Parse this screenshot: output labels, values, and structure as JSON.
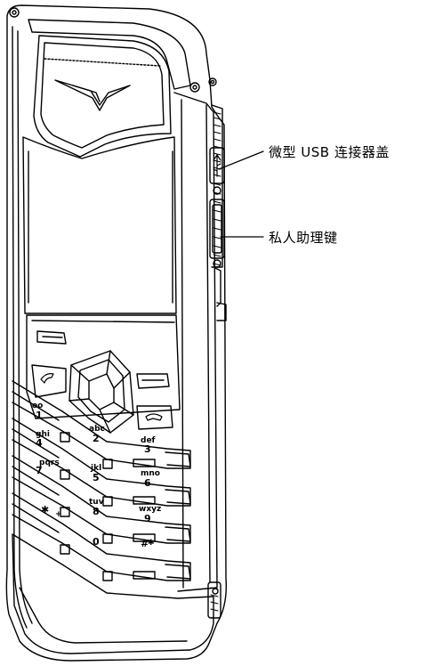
{
  "callouts": {
    "usb_cover": "微型 USB 连接器盖",
    "pa_key": "私人助理键"
  },
  "keys": [
    {
      "id": "1",
      "digit": "1",
      "letters": "oo"
    },
    {
      "id": "2",
      "digit": "2",
      "letters": "abc"
    },
    {
      "id": "3",
      "digit": "3",
      "letters": "def"
    },
    {
      "id": "4",
      "digit": "4",
      "letters": "ghi"
    },
    {
      "id": "5",
      "digit": "5",
      "letters": "jkl"
    },
    {
      "id": "6",
      "digit": "6",
      "letters": "mno"
    },
    {
      "id": "7",
      "digit": "7",
      "letters": "pqrs"
    },
    {
      "id": "8",
      "digit": "8",
      "letters": "tuv"
    },
    {
      "id": "9",
      "digit": "9",
      "letters": "wxyz"
    },
    {
      "id": "star",
      "digit": "✱",
      "letters": "+"
    },
    {
      "id": "0",
      "digit": "0",
      "letters": ""
    },
    {
      "id": "hash",
      "digit": "#",
      "letters": "✱"
    }
  ]
}
